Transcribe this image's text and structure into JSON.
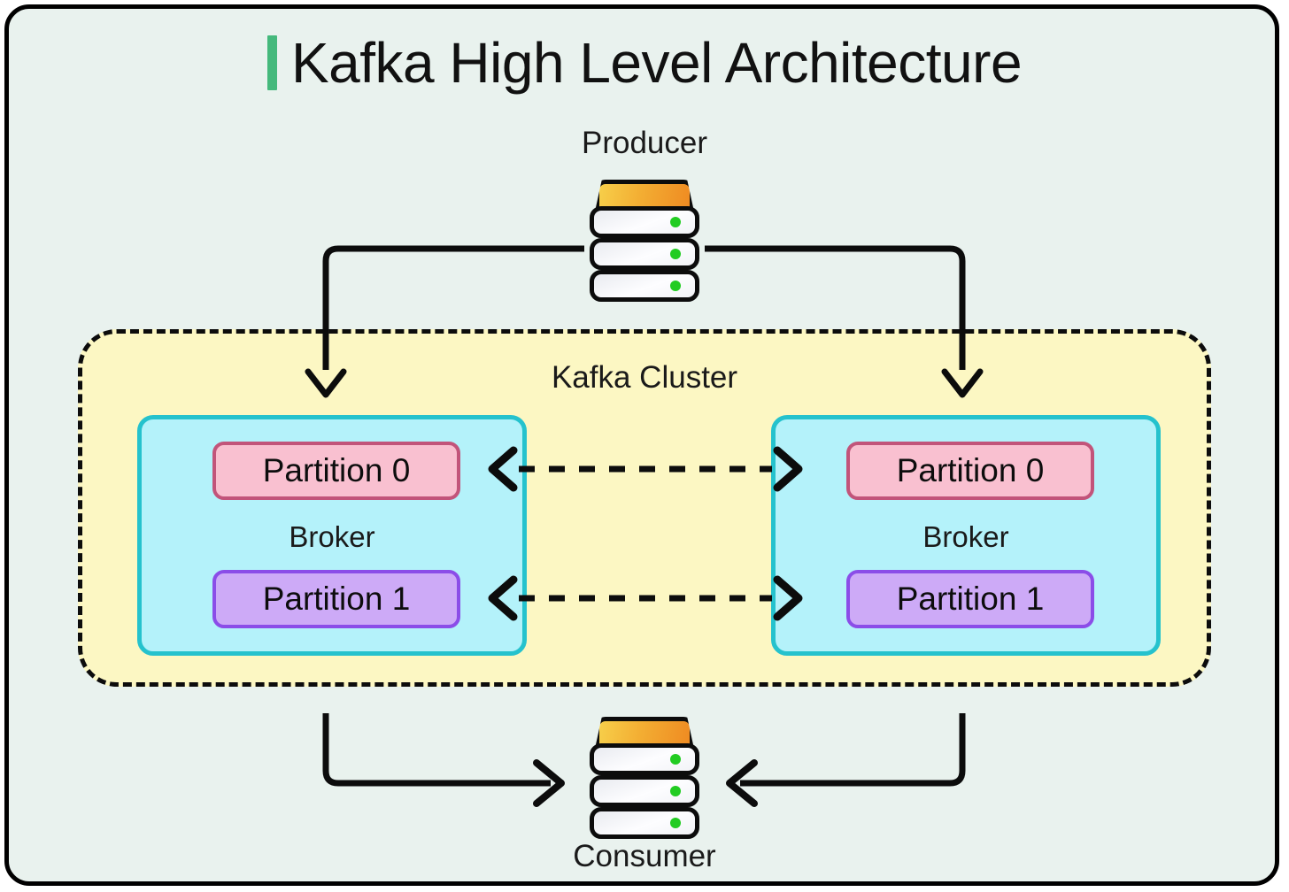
{
  "page": {
    "title": "Kafka High Level Architecture",
    "background_color": "#e9f2ee",
    "accent_color": "#45b97c",
    "frame_border_color": "#000000"
  },
  "producer": {
    "label": "Producer",
    "icon": "server-icon"
  },
  "consumer": {
    "label": "Consumer",
    "icon": "server-icon"
  },
  "cluster": {
    "label": "Kafka Cluster",
    "fill_color": "#fcf7c3",
    "border_color": "#0c0c0c",
    "brokers": [
      {
        "label": "Broker",
        "fill_color": "#b4f2fa",
        "border_color": "#25c2cd",
        "partitions": [
          {
            "label": "Partition 0",
            "fill_color": "#f9c0d0",
            "border_color": "#c2547a"
          },
          {
            "label": "Partition 1",
            "fill_color": "#cdaaf7",
            "border_color": "#8b4de8"
          }
        ]
      },
      {
        "label": "Broker",
        "fill_color": "#b4f2fa",
        "border_color": "#25c2cd",
        "partitions": [
          {
            "label": "Partition 0",
            "fill_color": "#f9c0d0",
            "border_color": "#c2547a"
          },
          {
            "label": "Partition 1",
            "fill_color": "#cdaaf7",
            "border_color": "#8b4de8"
          }
        ]
      }
    ]
  },
  "connectors": {
    "producer_to_broker_left": {
      "style": "solid",
      "arrow": "chevron-down"
    },
    "producer_to_broker_right": {
      "style": "solid",
      "arrow": "chevron-down"
    },
    "broker_left_to_consumer": {
      "style": "solid",
      "arrow": "chevron-right"
    },
    "broker_right_to_consumer": {
      "style": "solid",
      "arrow": "chevron-left"
    },
    "replication_partition_0": {
      "style": "dashed",
      "arrow": "bidirectional-chevron"
    },
    "replication_partition_1": {
      "style": "dashed",
      "arrow": "bidirectional-chevron"
    }
  }
}
